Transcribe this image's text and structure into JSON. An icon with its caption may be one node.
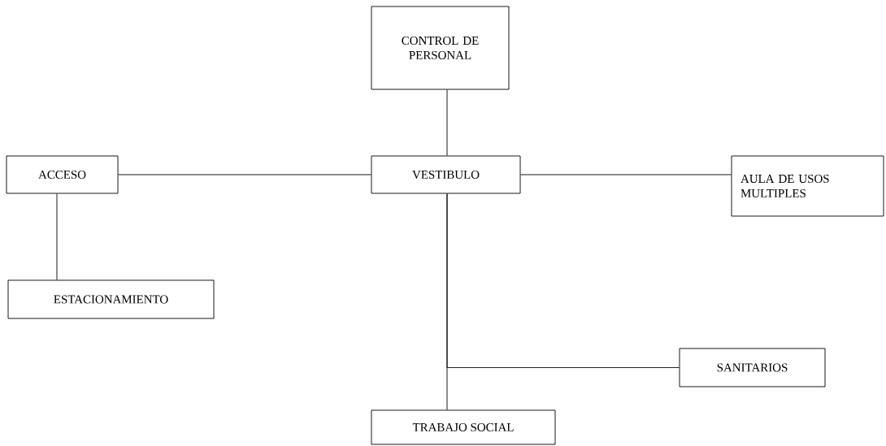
{
  "diagram": {
    "nodes": [
      {
        "text": [
          "CONTROL DE PERSONAL"
        ]
      },
      {
        "text": [
          "ACCESO"
        ]
      },
      {
        "text": [
          "VESTIBULO"
        ]
      },
      {
        "text": [
          "AULA DE USOS MULTIPLES"
        ]
      },
      {
        "text": [
          "ESTACIONAMIENTO"
        ]
      },
      {
        "text": [
          "SANITARIOS"
        ]
      },
      {
        "text": [
          "TRABAJO SOCIAL"
        ]
      }
    ],
    "edges": [
      {
        "from": 0,
        "to": 2,
        "arrow": "none"
      },
      {
        "from": 1,
        "to": 2,
        "arrow": "none"
      },
      {
        "from": 2,
        "to": 3,
        "arrow": "none"
      },
      {
        "from": 1,
        "to": 4,
        "arrow": "none"
      },
      {
        "from": 2,
        "to": 5,
        "arrow": "none"
      },
      {
        "from": 2,
        "to": 6,
        "arrow": "none"
      }
    ]
  }
}
